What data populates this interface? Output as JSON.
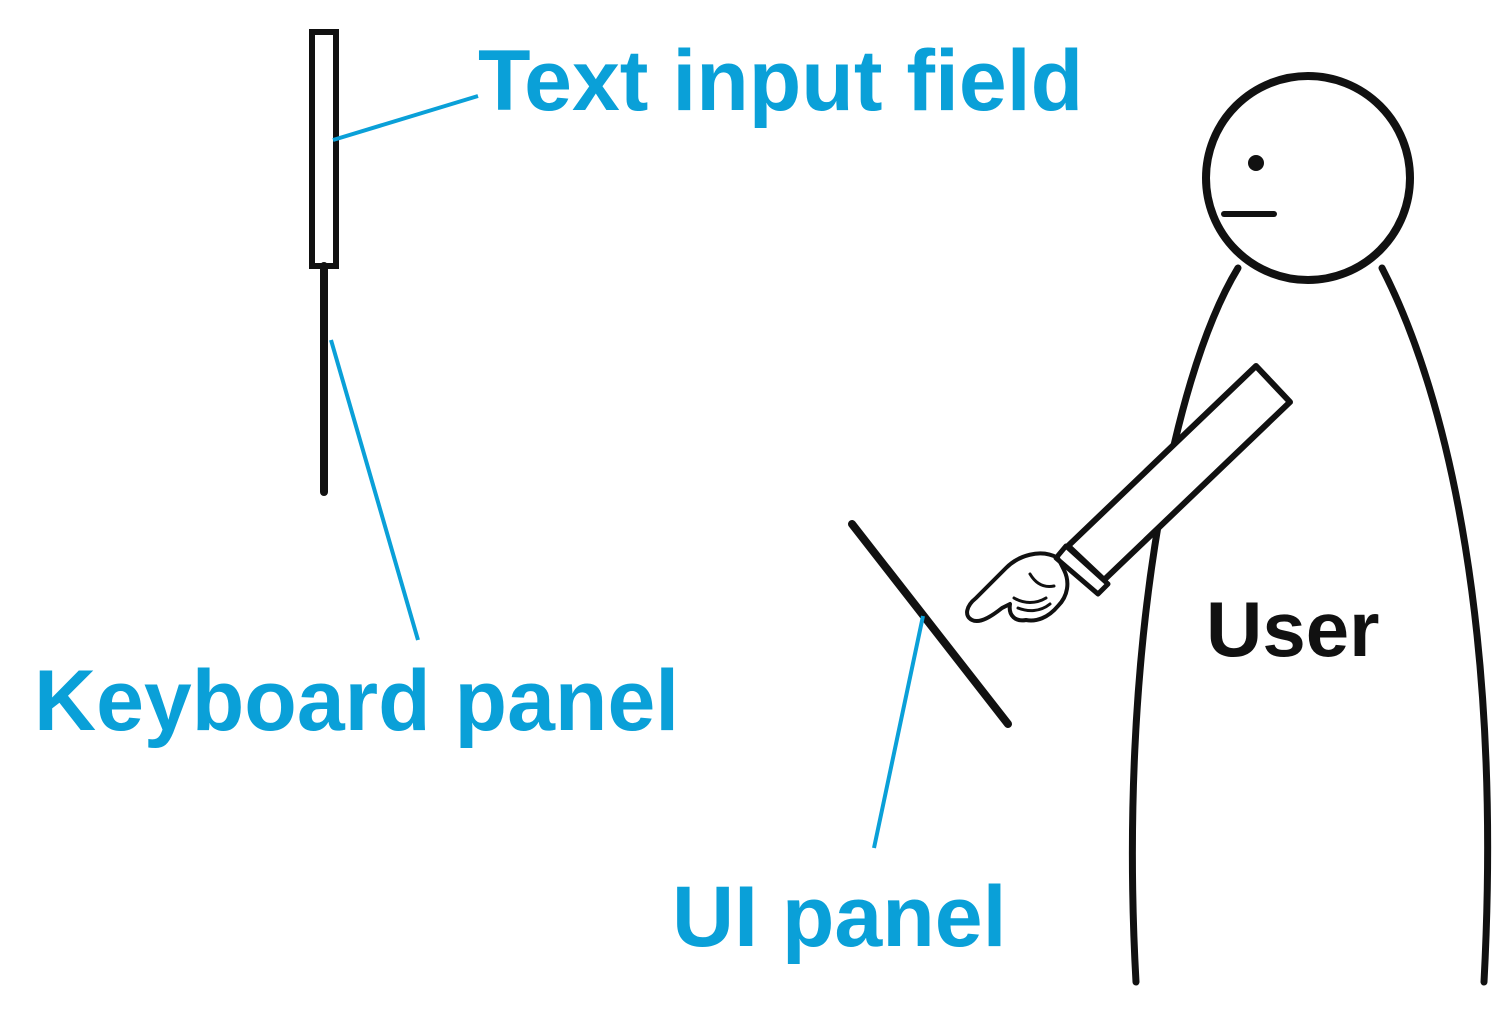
{
  "labels": {
    "text_input_field": "Text input field",
    "keyboard_panel": "Keyboard panel",
    "ui_panel": "UI panel",
    "user": "User"
  },
  "colors": {
    "label_blue": "#0aa0d8",
    "ink": "#111111",
    "background": "#ffffff"
  }
}
